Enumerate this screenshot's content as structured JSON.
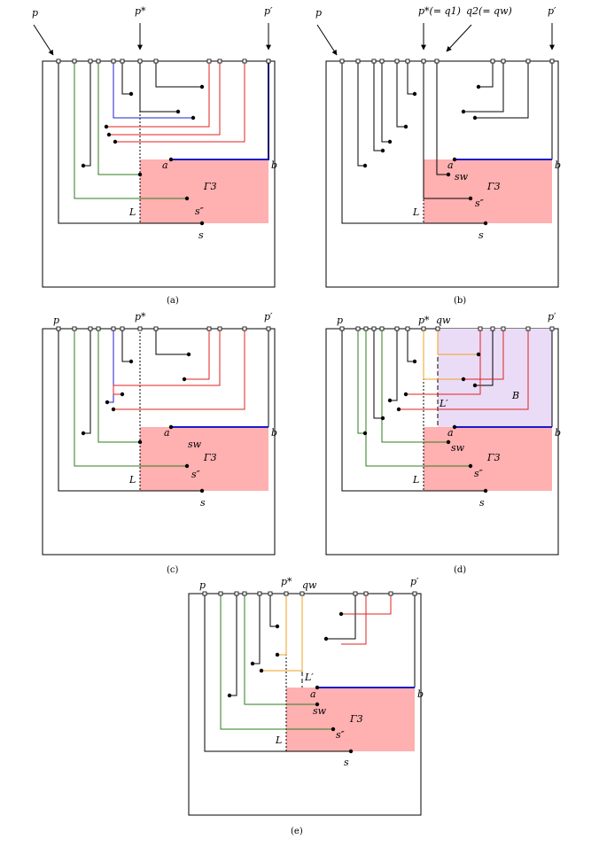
{
  "colors": {
    "black": "#000000",
    "green": "#2e7d1e",
    "red": "#e02020",
    "blue": "#2020c8",
    "orange": "#f0a020",
    "navy": "#1a1acc",
    "gamma_fill": "#ffb0b0",
    "b_fill": "#eadcf6"
  },
  "panels": [
    {
      "caption": "(a)",
      "labels": {
        "p": "p",
        "pstar": "p*",
        "pprime": "p′",
        "a": "a",
        "b": "b",
        "L": "L",
        "gamma": "Γ3",
        "s2": "s″",
        "s": "s"
      }
    },
    {
      "caption": "(b)",
      "labels": {
        "p": "p",
        "pstar": "p*(= q1)",
        "q2": "q2(= qw)",
        "pprime": "p′",
        "a": "a",
        "b": "b",
        "L": "L",
        "sw": "sw",
        "gamma": "Γ3",
        "s2": "s″",
        "s": "s"
      }
    },
    {
      "caption": "(c)",
      "labels": {
        "p": "p",
        "pstar": "p*",
        "pprime": "p′",
        "a": "a",
        "b": "b",
        "L": "L",
        "sw": "sw",
        "gamma": "Γ3",
        "s2": "s″",
        "s": "s"
      }
    },
    {
      "caption": "(d)",
      "labels": {
        "p": "p",
        "pstar": "p*",
        "qw": "qw",
        "pprime": "p′",
        "a": "a",
        "b": "b",
        "L": "L",
        "Lprime": "L′",
        "B": "B",
        "sw": "sw",
        "gamma": "Γ3",
        "s2": "s″",
        "s": "s"
      }
    },
    {
      "caption": "(e)",
      "labels": {
        "p": "p",
        "pstar": "p*",
        "qw": "qw",
        "pprime": "p′",
        "a": "a",
        "b": "b",
        "L": "L",
        "Lprime": "L′",
        "sw": "sw",
        "gamma": "Γ3",
        "s2": "s″",
        "s": "s"
      }
    }
  ]
}
